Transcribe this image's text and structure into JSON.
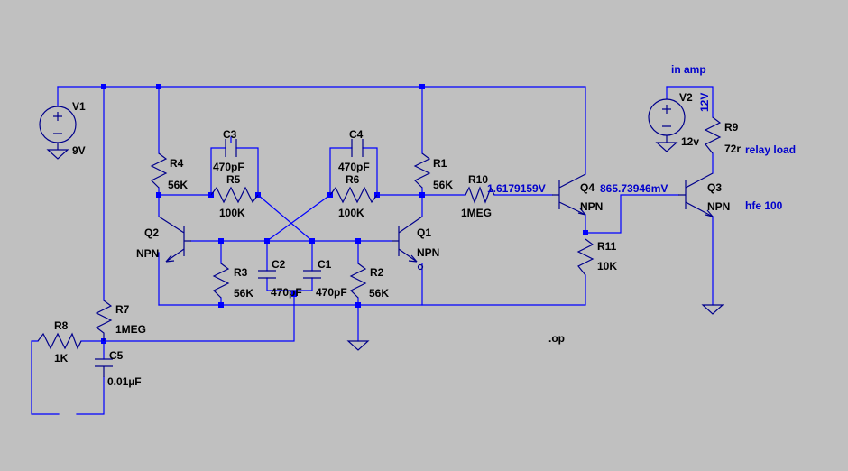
{
  "components": {
    "v1": {
      "ref": "V1",
      "value": "9V"
    },
    "v2": {
      "ref": "V2",
      "value": "12v",
      "annotation": "12V"
    },
    "r1": {
      "ref": "R1",
      "value": "56K"
    },
    "r2": {
      "ref": "R2",
      "value": "56K"
    },
    "r3": {
      "ref": "R3",
      "value": "56K"
    },
    "r4": {
      "ref": "R4",
      "value": "56K"
    },
    "r5": {
      "ref": "R5",
      "value": "100K"
    },
    "r6": {
      "ref": "R6",
      "value": "100K"
    },
    "r7": {
      "ref": "R7",
      "value": "1MEG"
    },
    "r8": {
      "ref": "R8",
      "value": "1K"
    },
    "r9": {
      "ref": "R9",
      "value": "72r"
    },
    "r10": {
      "ref": "R10",
      "value": "1MEG"
    },
    "r11": {
      "ref": "R11",
      "value": "10K"
    },
    "c1": {
      "ref": "C1",
      "value": "470pF"
    },
    "c2": {
      "ref": "C2",
      "value": "470pF"
    },
    "c3": {
      "ref": "C3",
      "value": "470pF"
    },
    "c4": {
      "ref": "C4",
      "value": "470pF"
    },
    "c5": {
      "ref": "C5",
      "value": "0.01µF"
    },
    "q1": {
      "ref": "Q1",
      "value": "NPN"
    },
    "q2": {
      "ref": "Q2",
      "value": "NPN"
    },
    "q3": {
      "ref": "Q3",
      "value": "NPN"
    },
    "q4": {
      "ref": "Q4",
      "value": "NPN"
    }
  },
  "annotations": {
    "in_amp": "in amp",
    "relay_load": "relay load",
    "hfe": "hfe 100",
    "op": ".op",
    "voltage_q4_base": "1.6179159V",
    "voltage_q3_base": "865.73946mV"
  },
  "colors": {
    "background": "#c0c0c0",
    "wire": "#0000ff",
    "part": "#00008b",
    "label": "#000000",
    "net_label": "#0000cc"
  }
}
